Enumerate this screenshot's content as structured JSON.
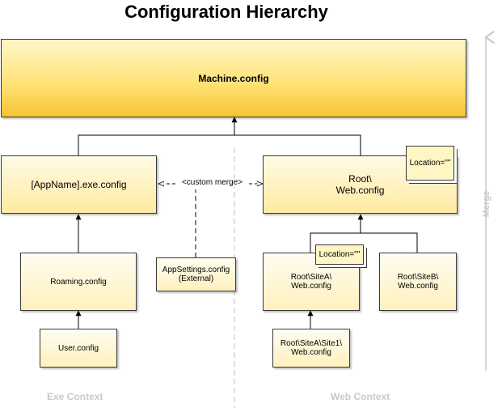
{
  "title": "Configuration Hierarchy",
  "nodes": {
    "machine_config": "Machine.config",
    "exe_config": "[AppName].exe.config",
    "root_web_config": "Root\\\nWeb.config",
    "location_root": "Location=\"\"",
    "roaming_config": "Roaming.config",
    "appsettings_config": "AppSettings.config\n(External)",
    "sitea_web_config": "Root\\SiteA\\\nWeb.config",
    "location_sitea": "Location=\"\"",
    "siteb_web_config": "Root\\SiteB\\\nWeb.config",
    "user_config": "User.config",
    "site1_web_config": "Root\\SiteA\\Site1\\\nWeb.config"
  },
  "edge_label": "custom merge",
  "contexts": {
    "exe": "Exe Context",
    "web": "Web Context"
  },
  "merge_axis_label": "Merge"
}
